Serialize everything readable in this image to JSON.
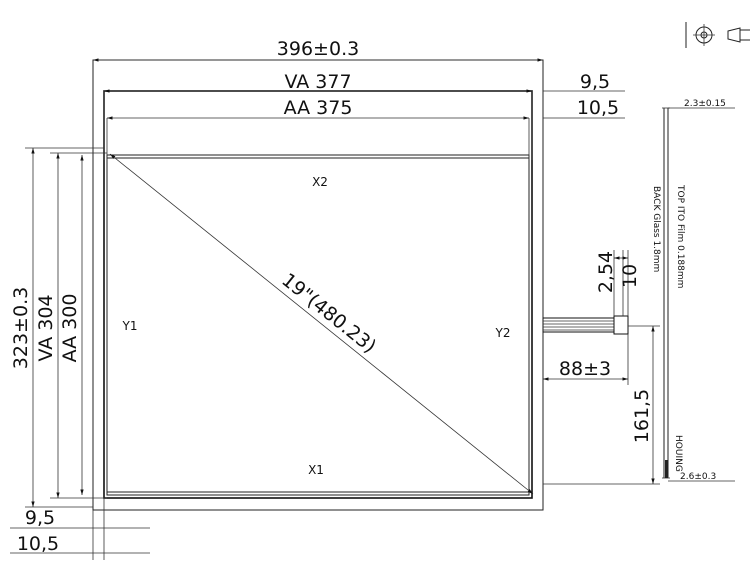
{
  "dimensions": {
    "overall_width": "396±0.3",
    "va_width": "VA 377",
    "aa_width": "AA 375",
    "right_offset_va": "9,5",
    "right_offset_aa": "10,5",
    "overall_height": "323±0.3",
    "va_height": "VA 304",
    "aa_height": "AA 300",
    "bottom_offset_va": "9,5",
    "bottom_offset_aa": "10,5",
    "diagonal": "19\"(480.23)",
    "tail_pitch": "2,54",
    "tail_width": "10",
    "tail_length": "88±3",
    "tail_position": "161,5"
  },
  "electrodes": {
    "x1": "X1",
    "x2": "X2",
    "y1": "Y1",
    "y2": "Y2"
  },
  "side_view": {
    "top_thickness": "2.3±0.15",
    "bottom_thickness": "2.6±0.3",
    "top_layer": "TOP ITO Film 0.188mm",
    "back_layer": "BACK Glass 1.8mm",
    "housing": "HOUING"
  }
}
